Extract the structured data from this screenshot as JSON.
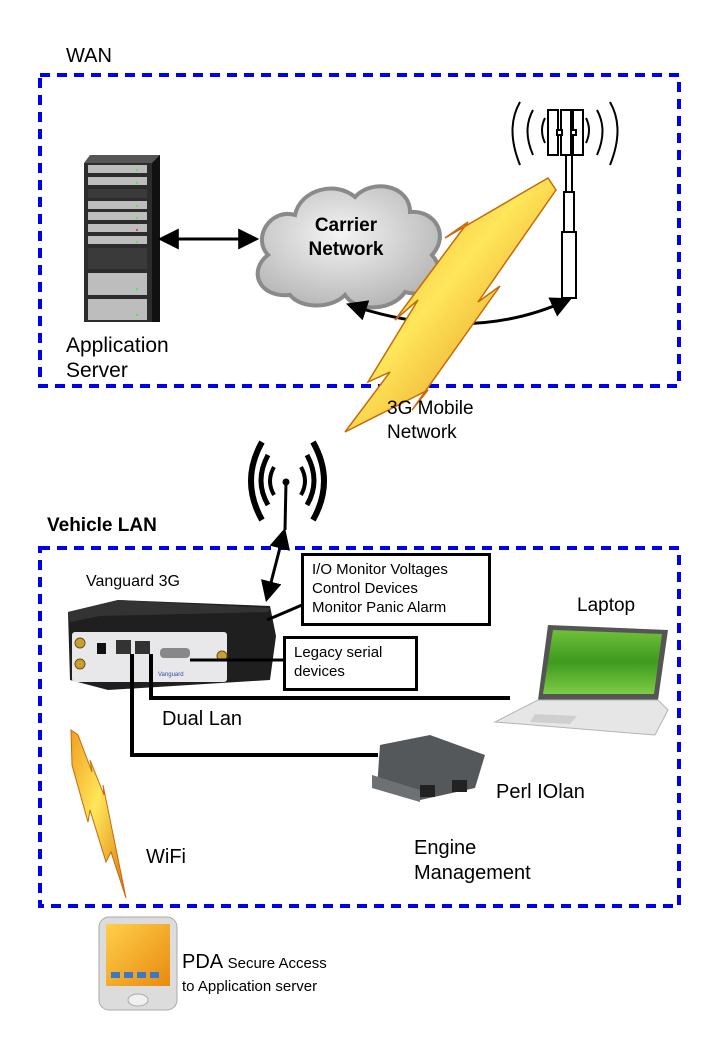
{
  "wan": {
    "title": "WAN",
    "application_server_label": [
      "Application",
      "Server"
    ],
    "carrier_network_label": [
      "Carrier",
      "Network"
    ],
    "mobile_network_label": [
      "3G Mobile",
      "Network"
    ]
  },
  "vehicle_lan": {
    "title": "Vehicle LAN",
    "router_label": "Vanguard 3G",
    "io_box_lines": [
      "I/O Monitor Voltages",
      "Control Devices",
      "Monitor Panic Alarm"
    ],
    "legacy_box_lines": [
      "Legacy serial",
      "devices"
    ],
    "dual_lan_label": "Dual Lan",
    "laptop_label": "Laptop",
    "perl_iolan_label": "Perl IOlan",
    "engine_management_label": [
      "Engine",
      "Management"
    ],
    "wifi_label": "WiFi"
  },
  "pda": {
    "label_main": "PDA",
    "label_small": "Secure Access",
    "label_line2": "to Application server"
  },
  "colors": {
    "boundary": "#0000ee",
    "bolt_orange": "#e8900c",
    "bolt_yellow": "#ffe24a",
    "laptop_screen": "#3f9a1f"
  }
}
